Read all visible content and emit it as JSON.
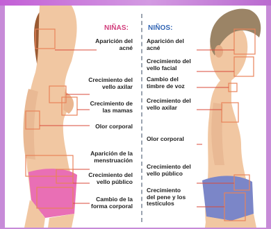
{
  "headings": {
    "girls": "NIÑAS:",
    "boys": "NIÑOS:"
  },
  "girls_labels": [
    "Aparición del\nacné",
    "Crecimiento del\nvello axilar",
    "Crecimiento de\nlas mamas",
    "Olor corporal",
    "Aparición de la\nmenstruación",
    "Crecimiento del\nvello público",
    "Cambio de la\nforma corporal"
  ],
  "boys_labels": [
    "Aparición del\nacné",
    "Crecimiento del\nvello facial",
    "Cambio del\ntimbre de voz",
    "Crecimiento del\nvello axilar",
    "Olor corporal",
    "Crecimiento del\nvello público",
    "Crecimiento\ndel pene  y los\ntestículos"
  ],
  "colors": {
    "frame": "#c78bd8",
    "girls_heading": "#d13b7a",
    "boys_heading": "#2f63b3",
    "girl_hair": "#9a5a32",
    "boy_hair": "#9b8466",
    "skin": "#f1c7a2",
    "girl_underwear": "#e96fb5",
    "boy_underwear": "#7b86c8",
    "callout_box": "#e8835a",
    "leader_line": "#d94a3a"
  }
}
